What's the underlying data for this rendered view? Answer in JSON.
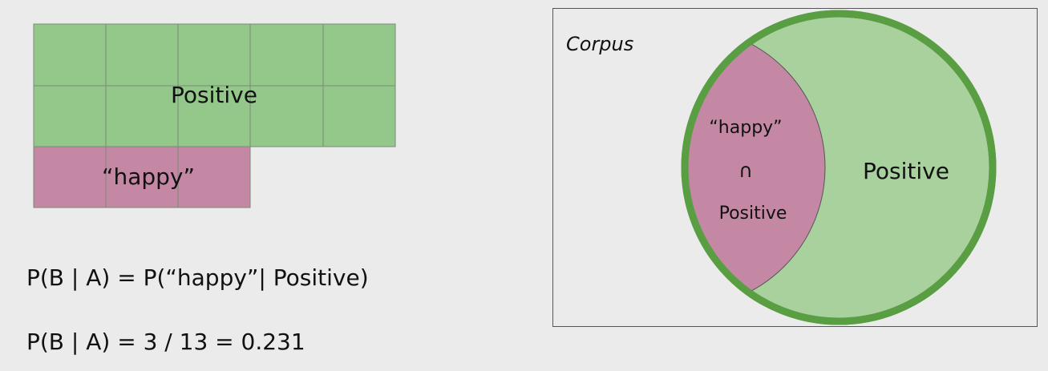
{
  "grid": {
    "positive_label": "Positive",
    "happy_label": "“happy”",
    "positive_color": "#94c88a",
    "happy_color": "#c488a4",
    "grid_line_color": "#7a8a78"
  },
  "formulas": {
    "line1": "P(B | A) = P(“happy”| Positive)",
    "line2": "P(B | A) = 3 / 13 = 0.231"
  },
  "venn": {
    "corpus_label": "Corpus",
    "positive_label": "Positive",
    "intersection_happy": "“happy”",
    "intersection_symbol": "∩",
    "intersection_positive": "Positive",
    "positive_fill": "#a9d19e",
    "positive_border": "#5a9e44",
    "intersection_fill": "#c488a4"
  }
}
